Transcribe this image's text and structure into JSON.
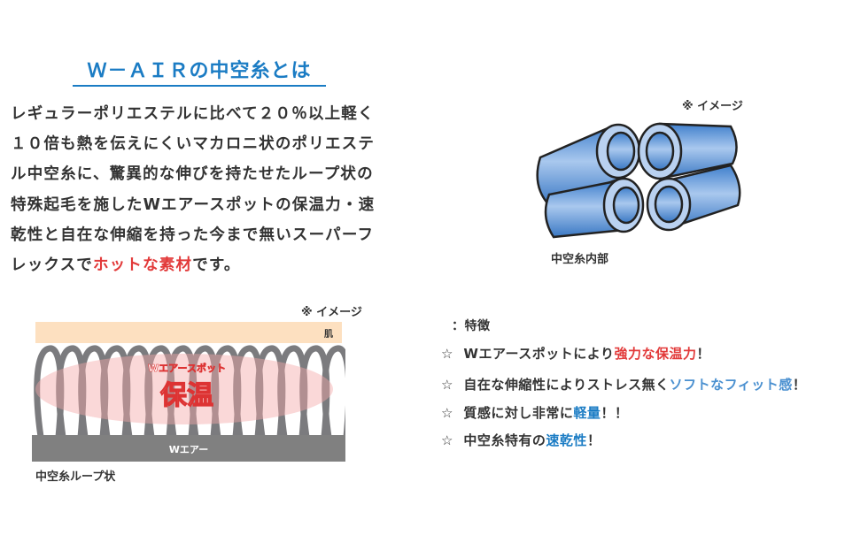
{
  "title": "Ｗ－ＡＩＲの中空糸とは",
  "description": {
    "lines": [
      "レギュラーポリエステルに比べて２０％以上軽く",
      "１０倍も熱を伝えにくいマカロニ状のポリエステ",
      "ル中空糸に、驚異的な伸びを持たせたループ状の",
      "特殊起毛を施したWエアースポットの保温力・速",
      "乾性と自在な伸縮を持った今まで無いスーパーフ"
    ],
    "last_line_prefix": "レックスで",
    "last_line_highlight": "ホットな素材",
    "last_line_suffix": "です。"
  },
  "tube_diagram": {
    "note": "※ イメージ",
    "caption": "中空糸内部"
  },
  "loop_diagram": {
    "note": "※ イメージ",
    "skin_label": "肌",
    "spot_label": "Wエアースポット",
    "warmth_label": "保温",
    "base_label": "Wエアー",
    "caption": "中空糸ループ状"
  },
  "features": {
    "heading": "：特徴",
    "items": [
      {
        "bullet": "☆",
        "text": "Wエアースポットにより",
        "highlight": "強力な保温力",
        "end": "！"
      },
      {
        "bullet": "☆",
        "text": "自在な伸縮性によりストレス無く",
        "highlight": "ソフトなフィット感",
        "end": "！"
      },
      {
        "bullet": "☆",
        "text": "質感に対し非常に",
        "highlight": "軽量",
        "end": "！！"
      },
      {
        "bullet": "☆",
        "text": "中空糸特有の",
        "highlight": "速乾性",
        "end": "！"
      }
    ]
  },
  "colors": {
    "title": "#1b7cc4",
    "red": "#e23a3a",
    "blue": "#1b7cc4",
    "light_blue": "#4a90d0",
    "skin": "#fde0c0",
    "base": "#808080"
  }
}
